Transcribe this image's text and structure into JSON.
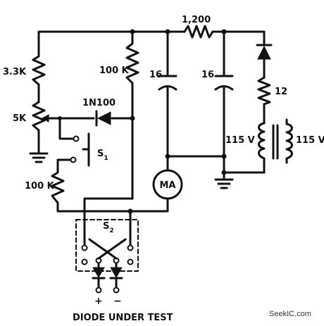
{
  "components": {
    "r_3_3k": "3.3K",
    "pot_5k": "5K",
    "r_100k_top": "100 K",
    "diode_1n100": "1N100",
    "switch_s1": "S",
    "switch_s1_sub": "1",
    "r_100k_bottom": "100 K",
    "switch_s2": "S",
    "switch_s2_sub": "2",
    "cap_left": "16",
    "cap_right": "16",
    "r_1200": "1,200",
    "r_12": "12",
    "meter": "MA",
    "transformer_primary": "115 V",
    "transformer_secondary": "115 V",
    "terminal_plus": "+",
    "terminal_minus": "−"
  },
  "caption": "DIODE UNDER TEST",
  "watermark": "SeekIC.com"
}
